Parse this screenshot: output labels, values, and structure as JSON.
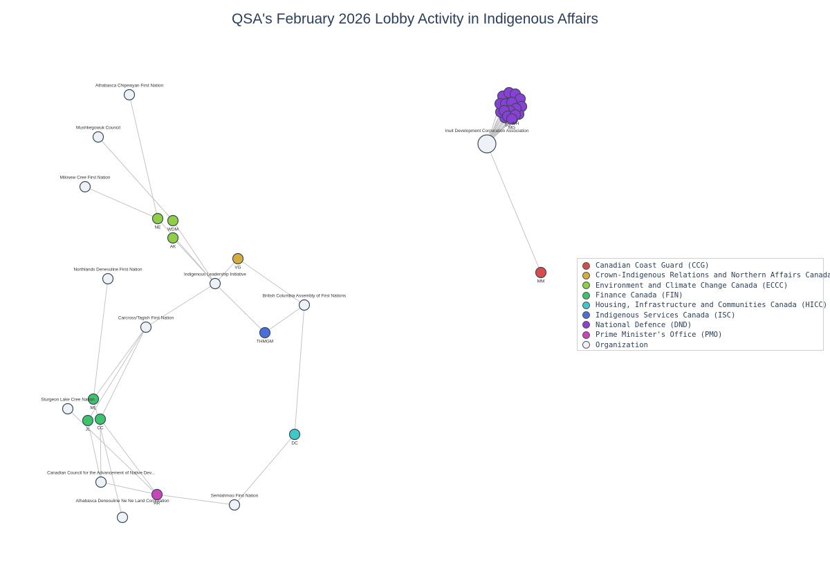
{
  "title": "QSA's February 2026 Lobby Activity in Indigenous Affairs",
  "legend": [
    {
      "label": "Canadian Coast Guard (CCG)",
      "color": "#d94a4a"
    },
    {
      "label": "Crown-Indigenous Relations and Northern Affairs Canada (CIRNAC)",
      "color": "#d6ac3a"
    },
    {
      "label": "Environment and Climate Change Canada (ECCC)",
      "color": "#8fcf44"
    },
    {
      "label": "Finance Canada (FIN)",
      "color": "#3cc46c"
    },
    {
      "label": "Housing, Infrastructure and Communities Canada (HICC)",
      "color": "#3cc9c9"
    },
    {
      "label": "Indigenous Services Canada (ISC)",
      "color": "#4a6fd8"
    },
    {
      "label": "National Defence (DND)",
      "color": "#8a3fd6"
    },
    {
      "label": "Prime Minister's Office (PMO)",
      "color": "#cc44bb"
    },
    {
      "label": "Organization",
      "color": "#eef1f5"
    }
  ],
  "nodes": [
    {
      "id": "ACFN",
      "label": "Athabasca Chipewyan First Nation",
      "group": "Organization"
    },
    {
      "id": "MC",
      "label": "Mushkegowuk Council",
      "group": "Organization"
    },
    {
      "id": "MCFN",
      "label": "Mikisew Cree First Nation",
      "group": "Organization"
    },
    {
      "id": "NE",
      "label": "NE",
      "group": "ECCC"
    },
    {
      "id": "WDM",
      "label": "WDM",
      "group": "ECCC"
    },
    {
      "id": "AK",
      "label": "AK",
      "group": "ECCC"
    },
    {
      "id": "VG",
      "label": "VG",
      "group": "CIRNAC"
    },
    {
      "id": "ILI",
      "label": "Indigenous Leadership Initiative",
      "group": "Organization"
    },
    {
      "id": "NDFN",
      "label": "Northlands Denesuline First Nation",
      "group": "Organization"
    },
    {
      "id": "BCAFN",
      "label": "British Columbia Assembly of First Nations",
      "group": "Organization"
    },
    {
      "id": "CTFN",
      "label": "Carcross/Tagish First Nation",
      "group": "Organization"
    },
    {
      "id": "THMGM",
      "label": "THMGM",
      "group": "ISC"
    },
    {
      "id": "SLCN",
      "label": "Sturgeon Lake Cree Nation",
      "group": "Organization"
    },
    {
      "id": "ML",
      "label": "ML",
      "group": "FIN"
    },
    {
      "id": "JL",
      "label": "JL",
      "group": "FIN"
    },
    {
      "id": "CC",
      "label": "CC",
      "group": "FIN"
    },
    {
      "id": "DC",
      "label": "DC",
      "group": "HICC"
    },
    {
      "id": "CCAND",
      "label": "Canadian Council for the Advancement of Native Dev...",
      "group": "Organization"
    },
    {
      "id": "AR",
      "label": "AR",
      "group": "PMO"
    },
    {
      "id": "SFN",
      "label": "Semiahmoo First Nation",
      "group": "Organization"
    },
    {
      "id": "ADNNLC",
      "label": "Athabasca Denesuline Ne Ne Land Corporation",
      "group": "Organization"
    },
    {
      "id": "IDCA",
      "label": "Inuit Development Corporation Association",
      "group": "Organization"
    },
    {
      "id": "MM",
      "label": "MM",
      "group": "CCG"
    },
    {
      "id": "D1",
      "label": "",
      "group": "DND"
    },
    {
      "id": "D2",
      "label": "",
      "group": "DND"
    },
    {
      "id": "D3",
      "label": "",
      "group": "DND"
    },
    {
      "id": "D4",
      "label": "",
      "group": "DND"
    },
    {
      "id": "D5",
      "label": "",
      "group": "DND"
    },
    {
      "id": "D6",
      "label": "",
      "group": "DND"
    },
    {
      "id": "D7",
      "label": "",
      "group": "DND"
    },
    {
      "id": "D8",
      "label": "",
      "group": "DND"
    },
    {
      "id": "D9",
      "label": "",
      "group": "DND"
    },
    {
      "id": "D10",
      "label": "",
      "group": "DND"
    },
    {
      "id": "D11",
      "label": "",
      "group": "DND"
    },
    {
      "id": "D12",
      "label": "",
      "group": "DND"
    },
    {
      "id": "D13",
      "label": "",
      "group": "DND"
    },
    {
      "id": "D14",
      "label": "",
      "group": "DND"
    },
    {
      "id": "D15",
      "label": "",
      "group": "DND"
    },
    {
      "id": "D16",
      "label": "SS",
      "group": "DND"
    },
    {
      "id": "D17",
      "label": "WH",
      "group": "DND"
    },
    {
      "id": "D18",
      "label": "MG",
      "group": "DND"
    }
  ],
  "edges": [
    [
      "ACFN",
      "NE"
    ],
    [
      "MC",
      "WDM"
    ],
    [
      "MCFN",
      "NE"
    ],
    [
      "NE",
      "ILI"
    ],
    [
      "WDM",
      "ILI"
    ],
    [
      "AK",
      "ILI"
    ],
    [
      "VG",
      "ILI"
    ],
    [
      "VG",
      "BCAFN"
    ],
    [
      "ILI",
      "THMGM"
    ],
    [
      "ILI",
      "CTFN"
    ],
    [
      "BCAFN",
      "THMGM"
    ],
    [
      "BCAFN",
      "DC"
    ],
    [
      "NDFN",
      "ML"
    ],
    [
      "CTFN",
      "ML"
    ],
    [
      "CTFN",
      "JL"
    ],
    [
      "CTFN",
      "CC"
    ],
    [
      "SLCN",
      "AR"
    ],
    [
      "ML",
      "ADNNLC"
    ],
    [
      "JL",
      "CCAND"
    ],
    [
      "CC",
      "CCAND"
    ],
    [
      "CC",
      "AR"
    ],
    [
      "CCAND",
      "AR"
    ],
    [
      "AR",
      "SFN"
    ],
    [
      "SFN",
      "DC"
    ],
    [
      "IDCA",
      "MM"
    ],
    [
      "IDCA",
      "D1"
    ],
    [
      "IDCA",
      "D2"
    ],
    [
      "IDCA",
      "D3"
    ],
    [
      "IDCA",
      "D4"
    ],
    [
      "IDCA",
      "D5"
    ],
    [
      "IDCA",
      "D6"
    ],
    [
      "IDCA",
      "D7"
    ],
    [
      "IDCA",
      "D8"
    ],
    [
      "IDCA",
      "D9"
    ],
    [
      "IDCA",
      "D10"
    ],
    [
      "IDCA",
      "D11"
    ],
    [
      "IDCA",
      "D12"
    ],
    [
      "IDCA",
      "D13"
    ],
    [
      "IDCA",
      "D14"
    ],
    [
      "IDCA",
      "D15"
    ],
    [
      "IDCA",
      "D16"
    ],
    [
      "IDCA",
      "D17"
    ],
    [
      "IDCA",
      "D18"
    ]
  ]
}
